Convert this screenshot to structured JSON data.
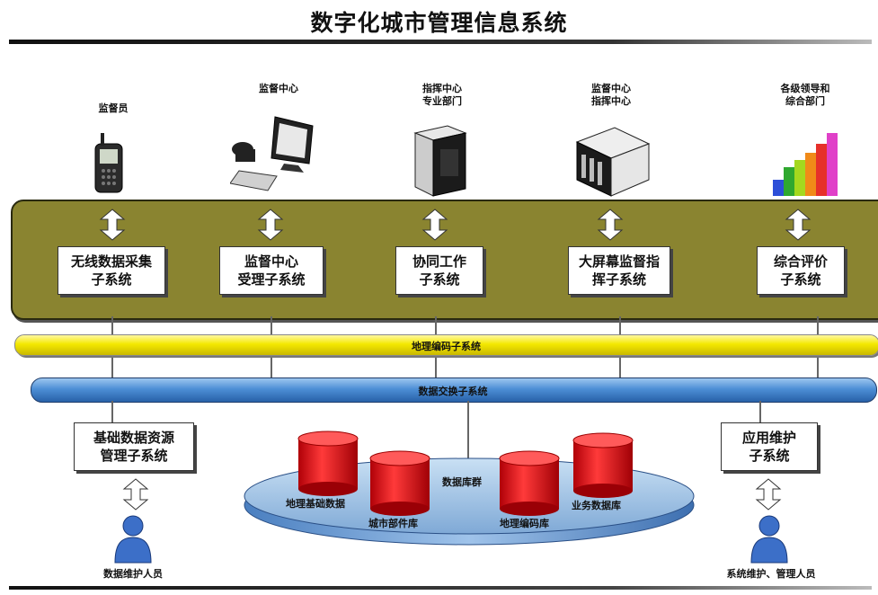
{
  "title": "数字化城市管理信息系统",
  "roles": [
    {
      "label": "监督员"
    },
    {
      "label": "监督中心"
    },
    {
      "label": "指挥中心\n专业部门"
    },
    {
      "label": "监督中心\n指挥中心"
    },
    {
      "label": "各级领导和\n综合部门"
    }
  ],
  "subsystems": [
    {
      "line1": "无线数据采集",
      "line2": "子系统"
    },
    {
      "line1": "监督中心",
      "line2": "受理子系统"
    },
    {
      "line1": "协同工作",
      "line2": "子系统"
    },
    {
      "line1": "大屏幕监督指",
      "line2": "挥子系统"
    },
    {
      "line1": "综合评价",
      "line2": "子系统"
    }
  ],
  "geocoding_bar": "地理编码子系统",
  "exchange_bar": "数据交换子系统",
  "left_box": {
    "line1": "基础数据资源",
    "line2": "管理子系统"
  },
  "right_box": {
    "line1": "应用维护",
    "line2": "子系统"
  },
  "database_group": "数据库群",
  "databases": [
    "地理基础数据",
    "城市部件库",
    "地理编码库",
    "业务数据库"
  ],
  "left_person": "数据维护人员",
  "right_person": "系统维护、管理人员",
  "colors": {
    "panel": "#8a8430",
    "geocoding": "#f4e800",
    "exchange": "#4d8fd6",
    "db": "#e0141a",
    "platform": "#8fbbe0"
  }
}
